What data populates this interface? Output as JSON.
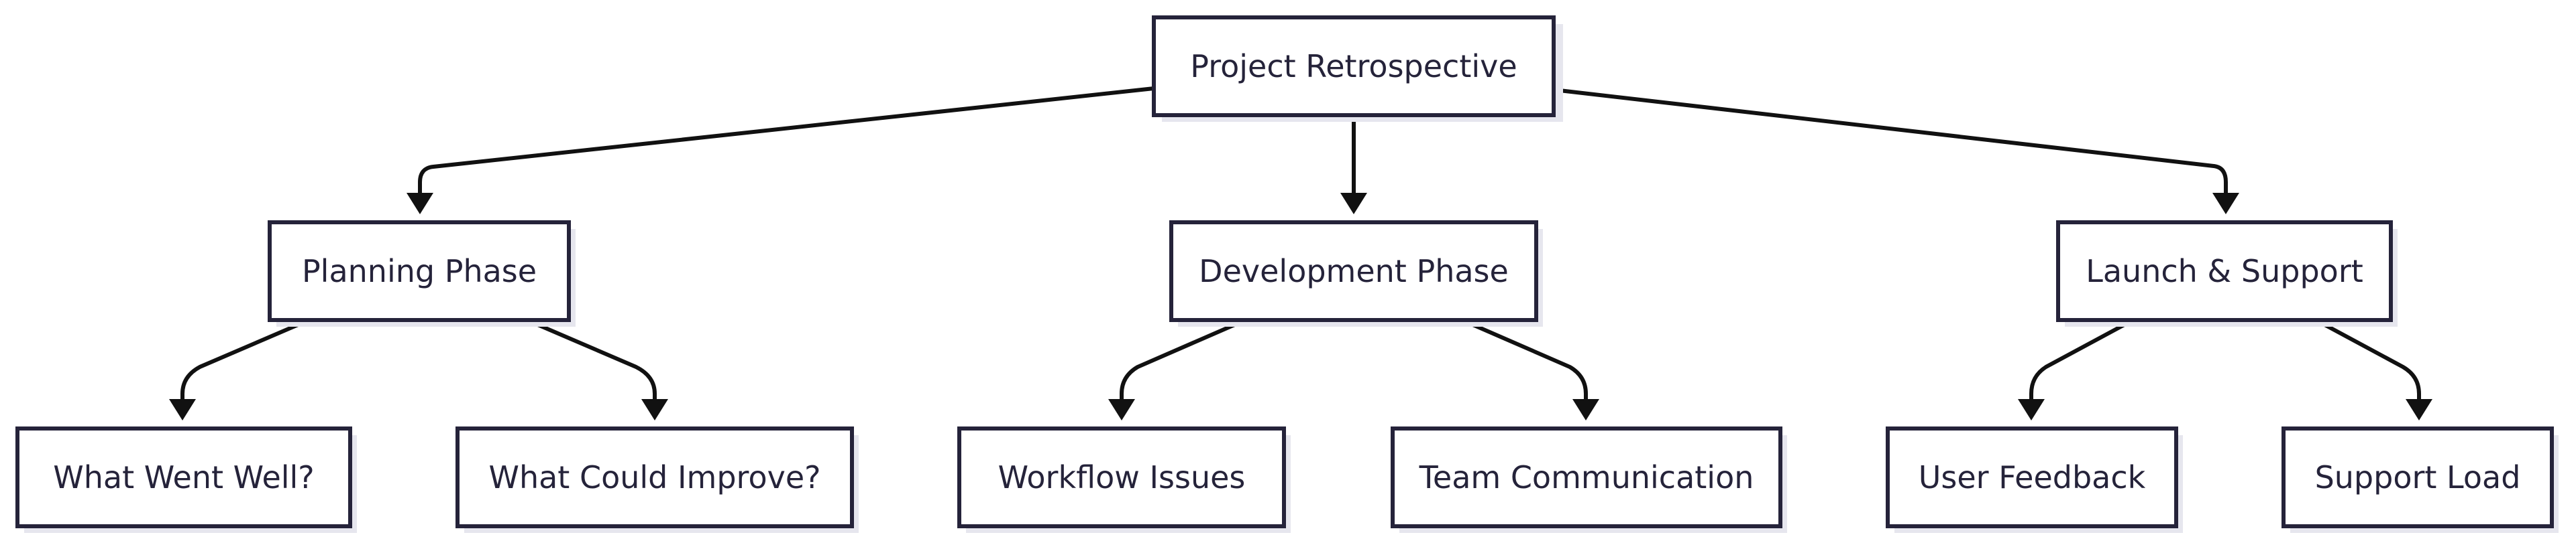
{
  "diagram": {
    "root": {
      "label": "Project Retrospective"
    },
    "phases": [
      {
        "label": "Planning Phase",
        "children": [
          {
            "label": "What Went Well?"
          },
          {
            "label": "What Could Improve?"
          }
        ]
      },
      {
        "label": "Development Phase",
        "children": [
          {
            "label": "Workflow Issues"
          },
          {
            "label": "Team Communication"
          }
        ]
      },
      {
        "label": "Launch & Support",
        "children": [
          {
            "label": "User Feedback"
          },
          {
            "label": "Support Load"
          }
        ]
      }
    ],
    "colors": {
      "node_border": "#25233a",
      "node_fill": "#ffffff",
      "node_shadow": "#e6e6ee",
      "edge": "#111111",
      "text": "#25233a"
    }
  }
}
